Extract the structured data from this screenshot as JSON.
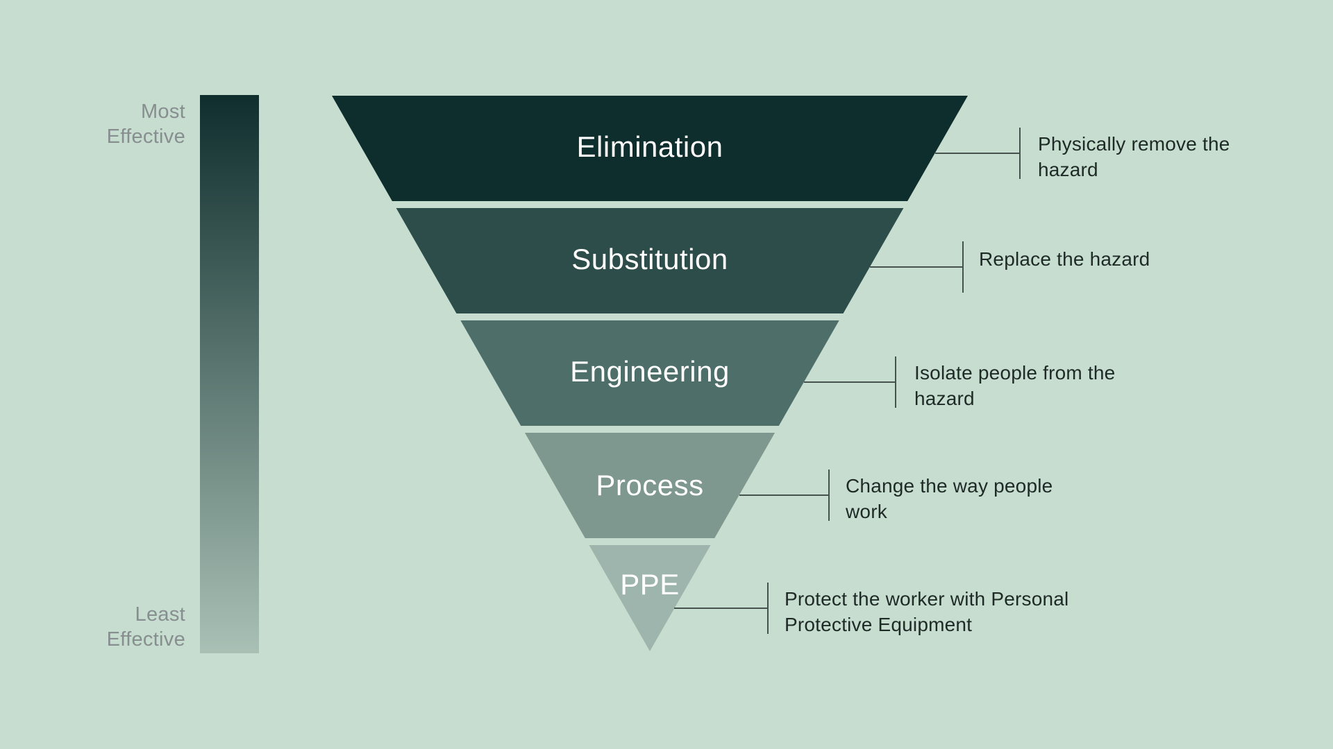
{
  "background_color": "#c7ddd0",
  "effectiveness_scale": {
    "top_label": "Most\nEffective",
    "bottom_label": "Least\nEffective",
    "label_color": "#878e8f",
    "gradient_top_color": "#0f2e2d",
    "gradient_bottom_color": "#a9c0b5"
  },
  "funnel": {
    "label_text_color": "#ffffff",
    "description_text_color": "#1e2a26",
    "connector_color": "#45524d",
    "levels": [
      {
        "label": "Elimination",
        "description": "Physically remove the\nhazard",
        "color": "#0e2d2d"
      },
      {
        "label": "Substitution",
        "description": "Replace the hazard",
        "color": "#2d4d4a"
      },
      {
        "label": "Engineering",
        "description": "Isolate people from the\nhazard",
        "color": "#4d6e69"
      },
      {
        "label": "Process",
        "description": "Change the way people\nwork",
        "color": "#7e978f"
      },
      {
        "label": "PPE",
        "description": "Protect the worker with Personal\nProtective Equipment",
        "color": "#9db5ac"
      }
    ]
  }
}
